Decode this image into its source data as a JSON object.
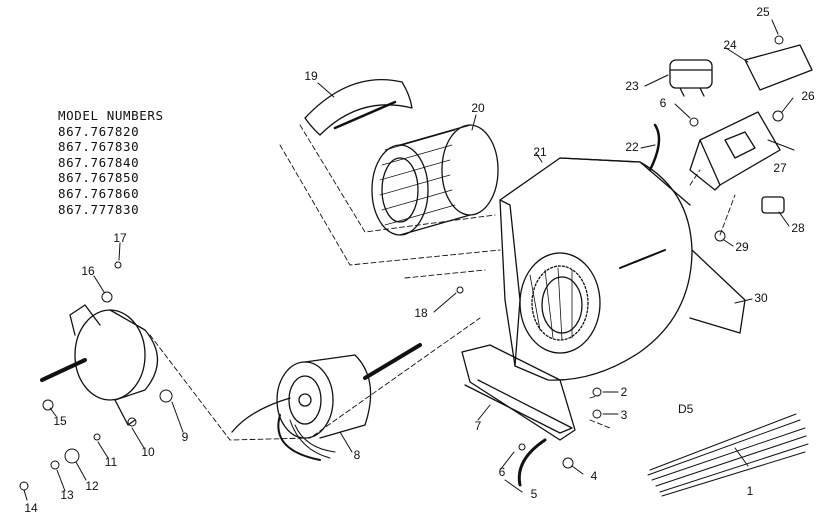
{
  "model_box": {
    "heading": "MODEL NUMBERS",
    "models": [
      "867.767820",
      "867.767830",
      "867.767840",
      "867.767850",
      "867.767860",
      "867.777830"
    ]
  },
  "diagram_code": "D5",
  "part_numbers": [
    "1",
    "2",
    "3",
    "4",
    "5",
    "6",
    "6",
    "7",
    "8",
    "9",
    "10",
    "11",
    "12",
    "13",
    "14",
    "15",
    "16",
    "17",
    "18",
    "19",
    "20",
    "21",
    "22",
    "23",
    "24",
    "25",
    "26",
    "27",
    "28",
    "29",
    "30"
  ]
}
